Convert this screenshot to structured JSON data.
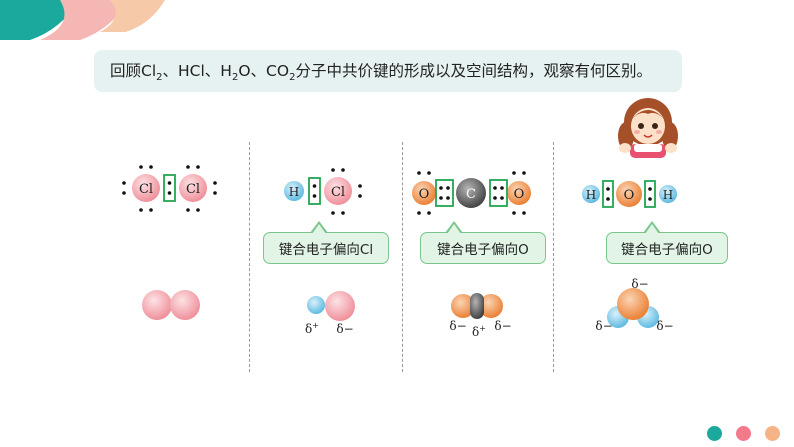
{
  "question": {
    "p1": "回顾Cl",
    "s1": "2",
    "p2": "、HCl、H",
    "s2": "2",
    "p3": "O、CO",
    "s3": "2",
    "p4": "分子中共价键的形成以及空间结构，观察有何区别。"
  },
  "molecules": {
    "cl2": {
      "atom1": "Cl",
      "atom2": "Cl"
    },
    "hcl": {
      "atom1": "H",
      "atom2": "Cl",
      "callout": "键合电子偏向Cl",
      "delta_h": "δ",
      "delta_h_sign": "+",
      "delta_cl": "δ−"
    },
    "co2": {
      "atom1": "O",
      "atom2": "C",
      "atom3": "O",
      "callout": "键合电子偏向O",
      "delta_o1": "δ−",
      "delta_c": "δ",
      "delta_c_sign": "+",
      "delta_o2": "δ−"
    },
    "h2o": {
      "atom1": "H",
      "atom2": "O",
      "atom3": "H",
      "callout": "键合电子偏向O",
      "delta_top": "δ−",
      "delta_left": "δ−",
      "delta_right": "δ−"
    }
  },
  "colors": {
    "cl": "#f29aa3",
    "h": "#6ec1e4",
    "o": "#f0893c",
    "c": "#555555",
    "bond_box": "#22a652",
    "teal": "#1aa99c",
    "pink": "#f27a8a",
    "peach": "#f6b486"
  }
}
